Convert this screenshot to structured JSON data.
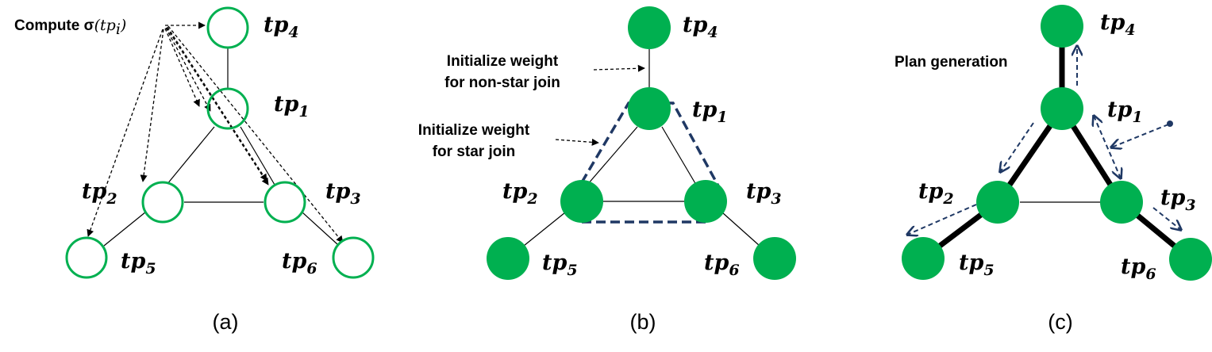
{
  "colors": {
    "node": "#00B050",
    "dashed_path": "#1F3864",
    "edge": "#000000"
  },
  "node_labels": {
    "tp1": {
      "base": "tp",
      "sub": "1"
    },
    "tp2": {
      "base": "tp",
      "sub": "2"
    },
    "tp3": {
      "base": "tp",
      "sub": "3"
    },
    "tp4": {
      "base": "tp",
      "sub": "4"
    },
    "tp5": {
      "base": "tp",
      "sub": "5"
    },
    "tp6": {
      "base": "tp",
      "sub": "6"
    }
  },
  "panel_a": {
    "caption": "(a)",
    "annotation": {
      "prefix": "Compute σ",
      "math_open": "(",
      "math_base": "tp",
      "math_sub": "i",
      "math_close": ")"
    }
  },
  "panel_b": {
    "caption": "(b)",
    "annotation_nonstar": {
      "line1": "Initialize weight",
      "line2": "for non-star join"
    },
    "annotation_star": {
      "line1": "Initialize weight",
      "line2": "for star join"
    }
  },
  "panel_c": {
    "caption": "(c)",
    "annotation": "Plan generation"
  }
}
